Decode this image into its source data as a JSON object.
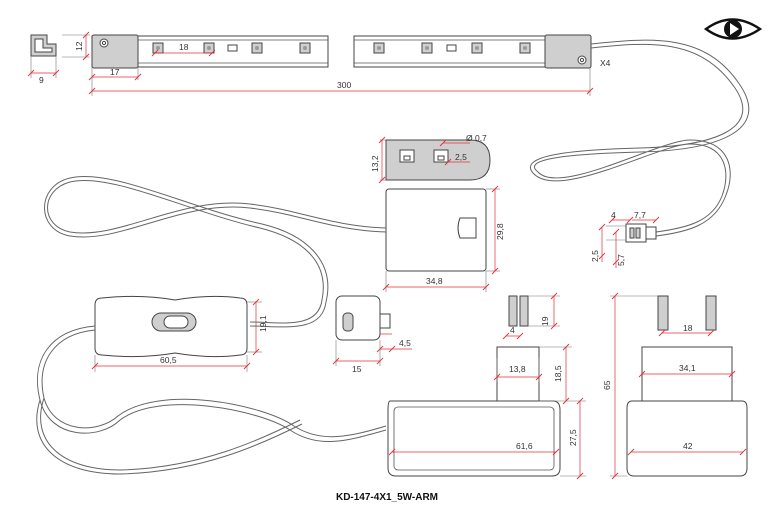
{
  "product_code": "KD-147-4X1_5W-ARM",
  "quantity_label": "X4",
  "colors": {
    "dimension": "#e0303a",
    "outline": "#444444",
    "fill_grey": "#cfcfcf"
  },
  "icons": [
    "eye-play-icon"
  ],
  "strip": {
    "end_width": "9",
    "height": "12",
    "led_pitch": "18",
    "cap_length": "17",
    "length": "300"
  },
  "connector_block": {
    "hole_diameter": "Ø 0,7",
    "plug_width": "2,5",
    "height": "13,2"
  },
  "junction_box": {
    "height": "29,8",
    "width": "34,8"
  },
  "small_plug": {
    "top_a": "4",
    "top_b": "7,7",
    "side_a": "2,5",
    "side_b": "5,7"
  },
  "switch": {
    "height": "19,1",
    "length": "60,5"
  },
  "end_cap": {
    "width": "15",
    "tab": "4,5"
  },
  "adapter_side": {
    "pin_width": "4",
    "pin_height": "19",
    "neck_width": "13,8",
    "neck_height": "18,5",
    "body_width": "61,6",
    "body_height": "27,5"
  },
  "adapter_front": {
    "pin_spacing": "18",
    "neck_width": "34,1",
    "total_height": "65",
    "body_width": "42"
  }
}
